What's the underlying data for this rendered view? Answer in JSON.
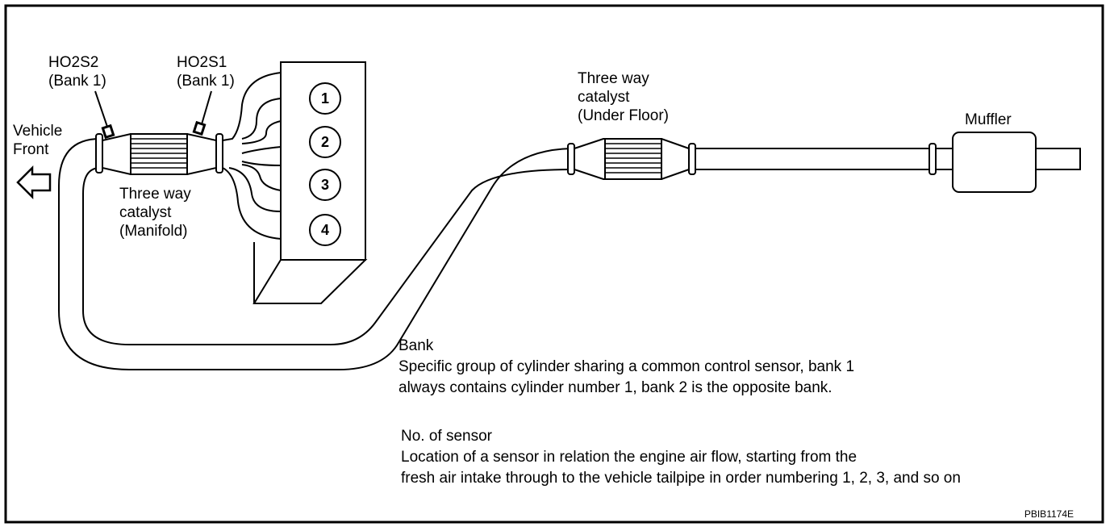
{
  "labels": {
    "ho2s2": {
      "name": "HO2S2",
      "bank": "(Bank 1)"
    },
    "ho2s1": {
      "name": "HO2S1",
      "bank": "(Bank 1)"
    },
    "vehicle_front": [
      "Vehicle",
      "Front"
    ],
    "catalyst_manifold": [
      "Three way",
      "catalyst",
      "(Manifold)"
    ],
    "catalyst_under_floor": [
      "Three way",
      "catalyst",
      "(Under Floor)"
    ],
    "muffler": "Muffler"
  },
  "cylinders": [
    "1",
    "2",
    "3",
    "4"
  ],
  "notes": {
    "bank": {
      "title": "Bank",
      "lines": [
        "Specific group of cylinder sharing a common control sensor, bank 1",
        "always contains cylinder number 1, bank 2 is the opposite bank."
      ]
    },
    "sensor": {
      "title": "No. of sensor",
      "lines": [
        "Location of a sensor in relation the engine air flow, starting from the",
        "fresh air intake through to the vehicle tailpipe in order numbering 1, 2, 3, and so on"
      ]
    }
  },
  "figure_code": "PBIB1174E",
  "colors": {
    "ink": "#000000",
    "paper": "#ffffff"
  }
}
